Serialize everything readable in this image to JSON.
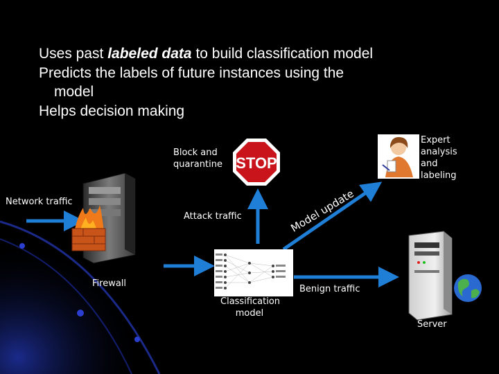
{
  "slide": {
    "bullets": {
      "line1_pre": "Uses past ",
      "line1_em": "labeled data",
      "line1_post": " to build classification model",
      "line2a": "Predicts the labels of future instances using the",
      "line2b": "model",
      "line3": "Helps decision making"
    }
  },
  "diagram": {
    "block_label_1": "Block and",
    "block_label_2": "quarantine",
    "stop_sign_text": "STOP",
    "expert_label_1": "Expert",
    "expert_label_2": "analysis",
    "expert_label_3": "and",
    "expert_label_4": "labeling",
    "network_traffic": "Network traffic",
    "attack_traffic": "Attack traffic",
    "model_update": "Model update",
    "firewall": "Firewall",
    "classification_1": "Classification",
    "classification_2": "model",
    "benign_traffic": "Benign traffic",
    "server": "Server"
  },
  "colors": {
    "arrow": "#1f7fd6",
    "background": "#000000",
    "accent_blue": "#0b1c6b"
  }
}
